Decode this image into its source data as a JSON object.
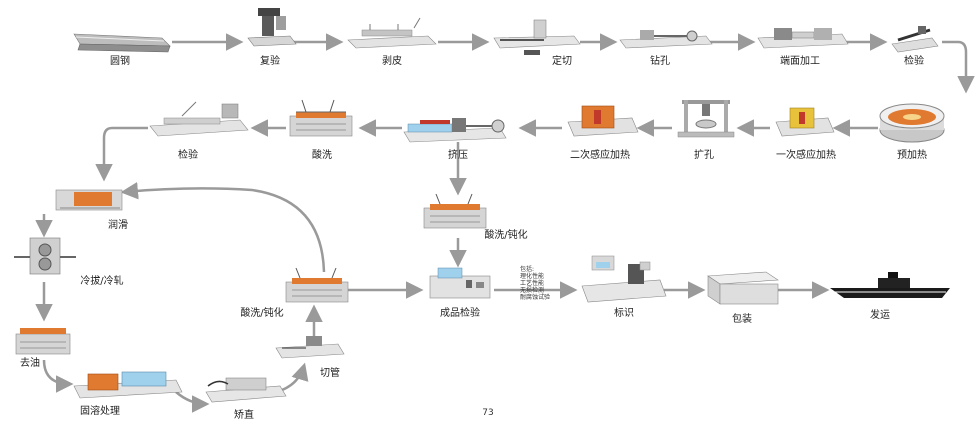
{
  "steps": {
    "round_bar": "圆钢",
    "reinspect": "复验",
    "peel": "剥皮",
    "cut_to_length": "定切",
    "drill": "钻孔",
    "end_machining": "端面加工",
    "inspect_top": "检验",
    "preheat": "预加热",
    "first_induction": "一次感应加热",
    "expand": "扩孔",
    "second_induction": "二次感应加热",
    "extrude": "挤压",
    "pickle_top": "酸洗",
    "inspect_left": "检验",
    "lubricate": "润滑",
    "cold_draw": "冷拔/冷轧",
    "degrease": "去油",
    "solution_treatment": "固溶处理",
    "straighten": "矫直",
    "cut_pipe": "切管",
    "pickle_passivate_loop": "酸洗/钝化",
    "pickle_passivate_main": "酸洗/钝化",
    "final_inspection": "成品检验",
    "marking": "标识",
    "packing": "包装",
    "shipping": "发运"
  },
  "inspection_notes": [
    "包括:",
    "理化性能",
    "工艺性能",
    "无损检测",
    "耐腐蚀试验"
  ],
  "page_number": "73",
  "colors": {
    "arrow": "#9a9a9a",
    "furnace_orange": "#e07a30",
    "furnace_yellow": "#e8c23a",
    "tank_blue": "#9fd0ec",
    "equipment_grey": "#c9c9c9",
    "ship_black": "#1a1a1a"
  }
}
